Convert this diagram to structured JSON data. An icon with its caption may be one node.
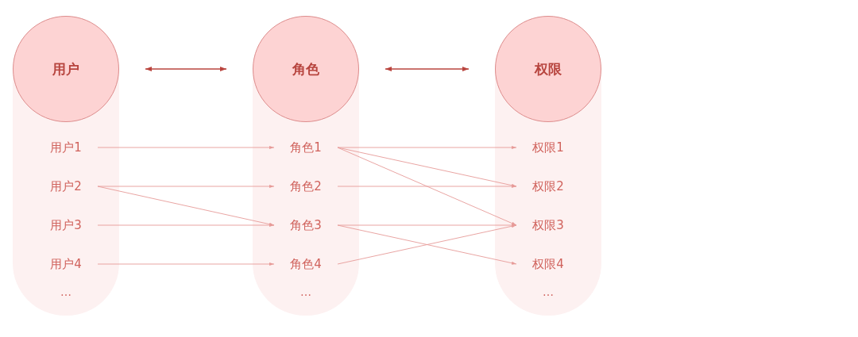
{
  "diagram": {
    "nodes": [
      {
        "text": [
          "用户"
        ]
      },
      {
        "text": [
          "角色"
        ]
      },
      {
        "text": [
          "权限"
        ]
      },
      {
        "text": [
          "用户1"
        ]
      },
      {
        "text": [
          "用户2"
        ]
      },
      {
        "text": [
          "用户3"
        ]
      },
      {
        "text": [
          "用户4"
        ]
      },
      {
        "text": [
          "角色1"
        ]
      },
      {
        "text": [
          "角色2"
        ]
      },
      {
        "text": [
          "角色3"
        ]
      },
      {
        "text": [
          "角色4"
        ]
      },
      {
        "text": [
          "权限1"
        ]
      },
      {
        "text": [
          "权限2"
        ]
      },
      {
        "text": [
          "权限3"
        ]
      },
      {
        "text": [
          "权限4"
        ]
      }
    ],
    "edges": [
      {
        "from": 0,
        "to": 1,
        "arrow": "both",
        "color": "#b9443e"
      },
      {
        "from": 1,
        "to": 2,
        "arrow": "both",
        "color": "#b9443e"
      },
      {
        "from": 3,
        "to": 7,
        "arrow": "to"
      },
      {
        "from": 4,
        "to": 8,
        "arrow": "to"
      },
      {
        "from": 4,
        "to": 9,
        "arrow": "to"
      },
      {
        "from": 5,
        "to": 9,
        "arrow": "to"
      },
      {
        "from": 6,
        "to": 10,
        "arrow": "to"
      },
      {
        "from": 7,
        "to": 11,
        "arrow": "to"
      },
      {
        "from": 7,
        "to": 12,
        "arrow": "to"
      },
      {
        "from": 7,
        "to": 13,
        "arrow": "to"
      },
      {
        "from": 8,
        "to": 12,
        "arrow": "to"
      },
      {
        "from": 9,
        "to": 13,
        "arrow": "to"
      },
      {
        "from": 9,
        "to": 14,
        "arrow": "to"
      },
      {
        "from": 10,
        "to": 13,
        "arrow": "to"
      }
    ],
    "labels": [
      "…",
      "…",
      "…"
    ]
  }
}
